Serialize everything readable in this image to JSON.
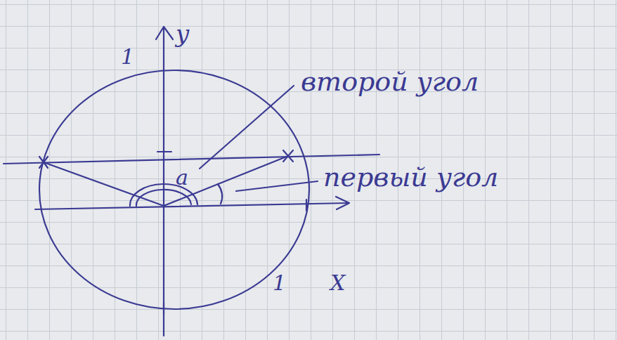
{
  "diagram": {
    "labels": [
      "y",
      "1",
      "второй угол",
      "a",
      "первый угол",
      "1",
      "X"
    ]
  }
}
